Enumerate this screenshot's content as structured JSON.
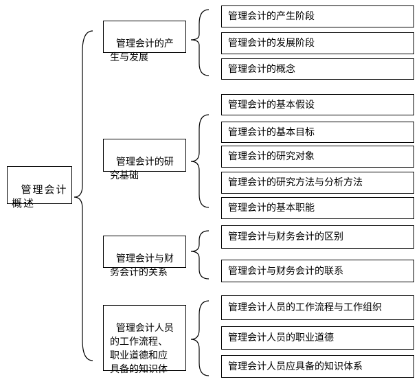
{
  "root": {
    "label": "管理会计\n概述"
  },
  "branches": [
    {
      "label": "管理会计的产\n生与发展",
      "children": [
        "管理会计的产生阶段",
        "管理会计的发展阶段",
        "管理会计的概念"
      ]
    },
    {
      "label": "管理会计的研\n究基础",
      "children": [
        "管理会计的基本假设",
        "管理会计的基本目标",
        "管理会计的研究对象",
        "管理会计的研究方法与分析方法",
        "管理会计的基本职能"
      ]
    },
    {
      "label": "管理会计与财\n务会计的关系",
      "children": [
        "管理会计与财务会计的区别",
        "管理会计与财务会计的联系"
      ]
    },
    {
      "label": "管理会计人员\n的工作流程、\n职业道德和应\n具备的知识体",
      "children": [
        "管理会计人员的工作流程与工作组织",
        "管理会计人员的职业道德",
        "管理会计人员应具备的知识体系"
      ]
    }
  ]
}
